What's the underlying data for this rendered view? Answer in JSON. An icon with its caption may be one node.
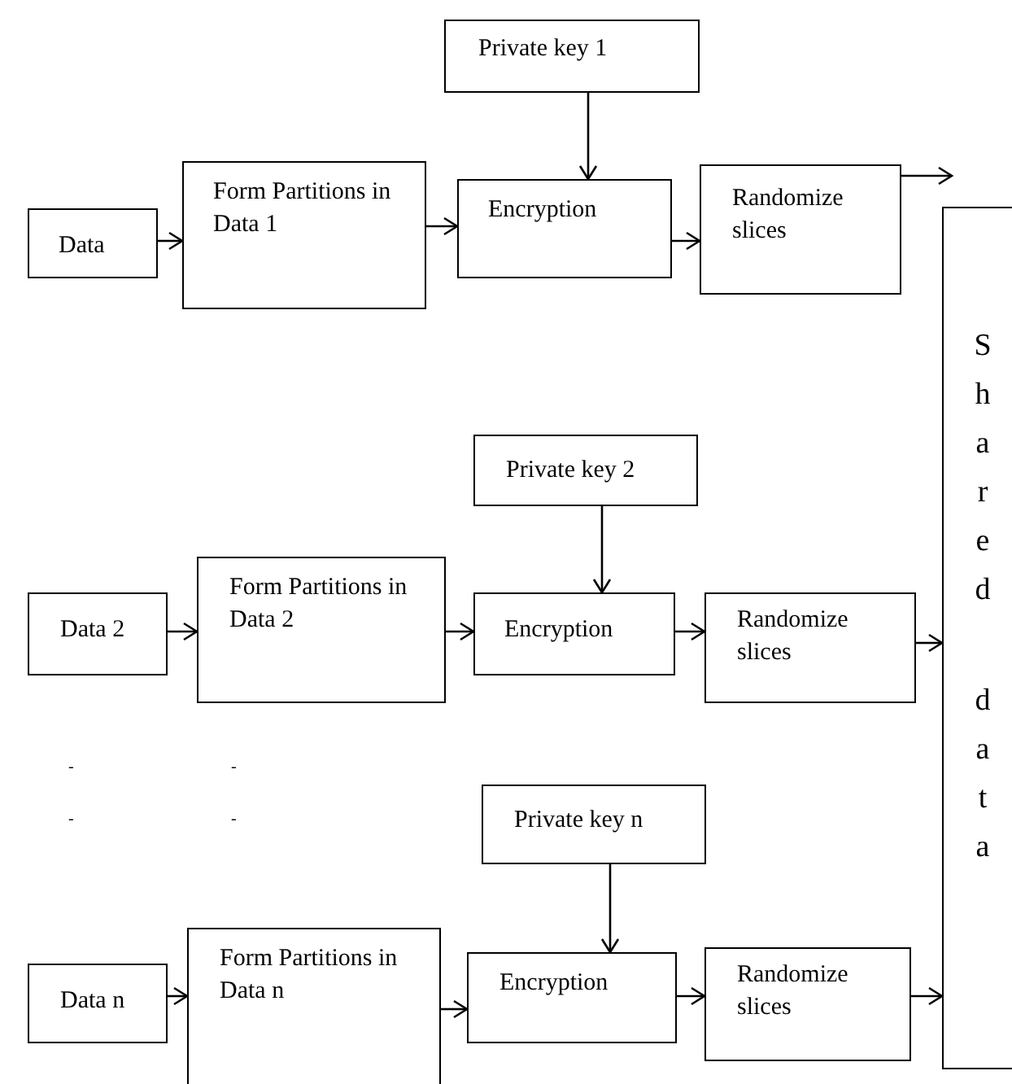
{
  "diagram": {
    "nodes": [
      {
        "text": [
          "Private key 1"
        ]
      },
      {
        "text": [
          "Data"
        ]
      },
      {
        "text": [
          "Form Partitions in Data 1"
        ]
      },
      {
        "text": [
          "Encryption"
        ]
      },
      {
        "text": [
          "Randomize slices"
        ]
      },
      {
        "text": [
          "Private key 2"
        ]
      },
      {
        "text": [
          "Data 2"
        ]
      },
      {
        "text": [
          "Form Partitions in Data 2"
        ]
      },
      {
        "text": [
          "Encryption"
        ]
      },
      {
        "text": [
          "Randomize slices"
        ]
      },
      {
        "text": [
          "Private key n"
        ]
      },
      {
        "text": [
          "Data n"
        ]
      },
      {
        "text": [
          "Form Partitions in Data n"
        ]
      },
      {
        "text": [
          "Encryption"
        ]
      },
      {
        "text": [
          "Randomize slices"
        ]
      },
      {
        "text": [
          "Shared data"
        ]
      }
    ],
    "edges": [
      {
        "from": 1,
        "to": 2,
        "arrow": "to"
      },
      {
        "from": 2,
        "to": 3,
        "arrow": "to"
      },
      {
        "from": 0,
        "to": 3,
        "arrow": "to"
      },
      {
        "from": 3,
        "to": 4,
        "arrow": "to"
      },
      {
        "from": 4,
        "to": 15,
        "arrow": "to"
      },
      {
        "from": 6,
        "to": 7,
        "arrow": "to"
      },
      {
        "from": 7,
        "to": 8,
        "arrow": "to"
      },
      {
        "from": 5,
        "to": 8,
        "arrow": "to"
      },
      {
        "from": 8,
        "to": 9,
        "arrow": "to"
      },
      {
        "from": 9,
        "to": 15,
        "arrow": "to"
      },
      {
        "from": 11,
        "to": 12,
        "arrow": "to"
      },
      {
        "from": 12,
        "to": 13,
        "arrow": "to"
      },
      {
        "from": 10,
        "to": 13,
        "arrow": "to"
      },
      {
        "from": 13,
        "to": 14,
        "arrow": "to"
      },
      {
        "from": 14,
        "to": 15,
        "arrow": "to"
      }
    ],
    "labels": [
      "-",
      "-",
      "-",
      "-"
    ]
  }
}
